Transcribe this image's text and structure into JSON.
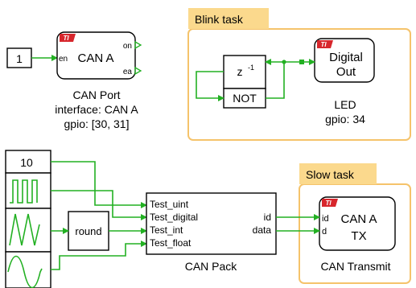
{
  "blocks": {
    "const1": {
      "value": "1"
    },
    "can_port": {
      "title": "CAN A",
      "ports": {
        "en": "en",
        "on": "on",
        "ea": "ea"
      },
      "caption": [
        "CAN Port",
        "interface: CAN A",
        "gpio: [30, 31]"
      ],
      "badge": "TI"
    },
    "blink_task": {
      "label": "Blink task",
      "delay": {
        "text": "z",
        "exponent": "-1"
      },
      "not": {
        "text": "NOT"
      },
      "digital_out": {
        "line1": "Digital",
        "line2": "Out",
        "badge": "TI",
        "caption": [
          "LED",
          "gpio: 34"
        ]
      }
    },
    "const10": {
      "value": "10"
    },
    "round": {
      "text": "round"
    },
    "can_pack": {
      "inputs": [
        "Test_uint",
        "Test_digital",
        "Test_int",
        "Test_float"
      ],
      "outputs": [
        "id",
        "data"
      ],
      "caption": "CAN Pack"
    },
    "slow_task": {
      "label": "Slow task",
      "can_tx": {
        "line1": "CAN A",
        "line2": "TX",
        "ports": [
          "id",
          "d"
        ],
        "badge": "TI",
        "caption": "CAN Transmit"
      }
    }
  },
  "colors": {
    "wire": "#22b022",
    "task_border": "#f5c36b",
    "task_label_bg": "#fbd98d",
    "badge": "#d7262c"
  }
}
